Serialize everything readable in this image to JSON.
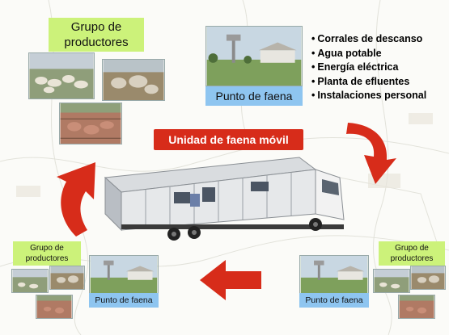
{
  "top_group": {
    "label_line1": "Grupo de",
    "label_line2": "productores"
  },
  "top_site": {
    "label": "Punto de faena"
  },
  "requirements": [
    "Corrales de descanso",
    "Agua potable",
    "Energía eléctrica",
    "Planta de efluentes",
    "Instalaciones personal"
  ],
  "title": "Unidad de faena móvil",
  "bottom_left_group": {
    "label_line1": "Grupo de",
    "label_line2": "productores"
  },
  "bottom_left_site": {
    "label": "Punto de faena"
  },
  "bottom_right_site": {
    "label": "Punto de faena"
  },
  "bottom_right_group": {
    "label_line1": "Grupo de",
    "label_line2": "productores"
  },
  "colors": {
    "label_green": "#ccf27a",
    "label_blue": "#8ec5f0",
    "arrow_red": "#d72c1a"
  }
}
